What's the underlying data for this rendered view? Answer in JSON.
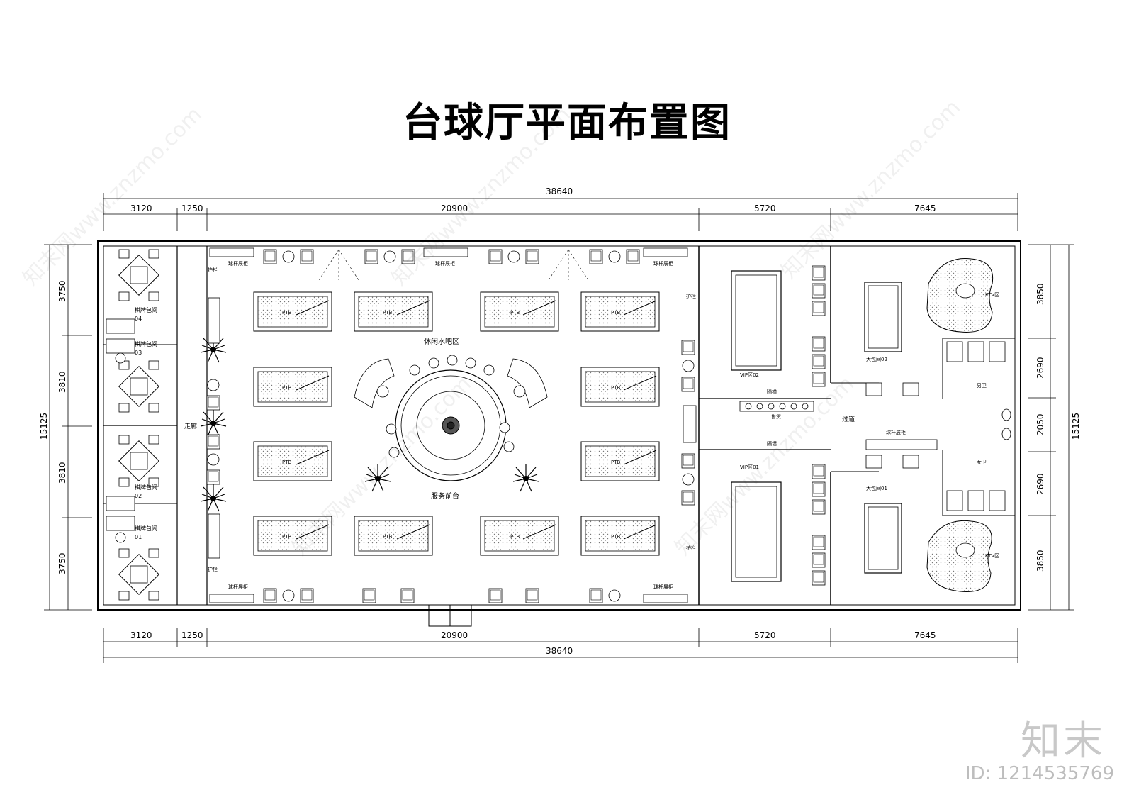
{
  "title": "台球厅平面布置图",
  "dimensions": {
    "top_total": "38640",
    "top_segments": [
      "3120",
      "1250",
      "20900",
      "5720",
      "7645"
    ],
    "bottom_total": "38640",
    "bottom_segments": [
      "3120",
      "1250",
      "20900",
      "5720",
      "7645"
    ],
    "left_total": "15125",
    "left_segments": [
      "3750",
      "3810",
      "3810",
      "3750"
    ],
    "right_total": "15125",
    "right_segments": [
      "3850",
      "2690",
      "2050",
      "2690",
      "3850"
    ]
  },
  "rooms": {
    "chess1": "棋牌包间",
    "chess1_no": "04",
    "chess2": "棋牌包间",
    "chess2_no": "03",
    "chess3": "棋牌包间",
    "chess3_no": "02",
    "chess4": "棋牌包间",
    "chess4_no": "01",
    "corridor": "走廊",
    "bar": "休闲水吧区",
    "reception": "服务前台",
    "vip2": "VIP区02",
    "vip1": "VIP区01",
    "big2": "大包间02",
    "big1": "大包间01",
    "ktv_top": "KTV区",
    "ktv_bottom": "KTV区",
    "male_wc": "男卫",
    "female_wc": "女卫",
    "passage": "过道",
    "cue_rack": "球杆展柜",
    "guardrail": "护栏",
    "wall": "隔墙",
    "vending": "售货",
    "table_label": "PTB"
  },
  "brand": {
    "logo": "知末",
    "id": "ID: 1214535769",
    "watermark": "知末网www.znzmo.com"
  }
}
